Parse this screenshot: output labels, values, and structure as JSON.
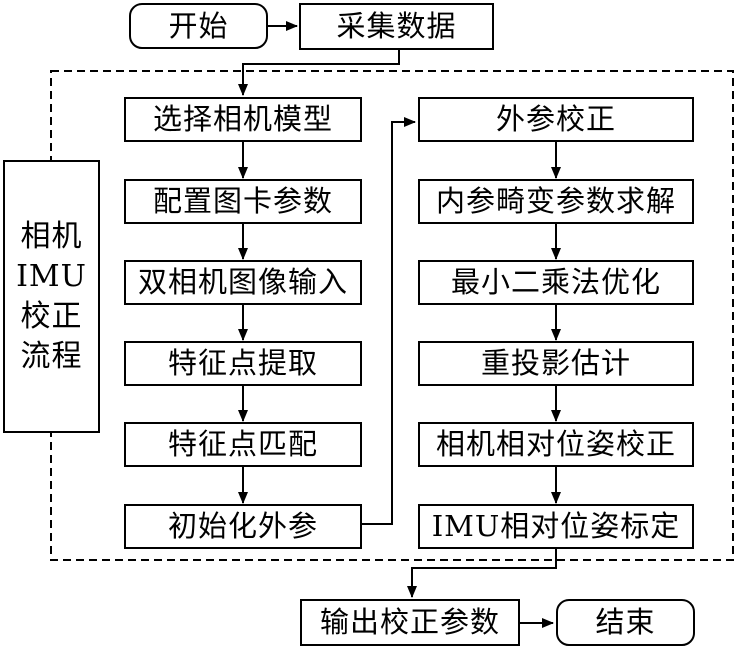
{
  "flow": {
    "start": "开始",
    "collect": "采集数据",
    "left_steps": [
      "选择相机模型",
      "配置图卡参数",
      "双相机图像输入",
      "特征点提取",
      "特征点匹配",
      "初始化外参"
    ],
    "right_steps": [
      "外参校正",
      "内参畸变参数求解",
      "最小二乘法优化",
      "重投影估计",
      "相机相对位姿校正",
      "IMU相对位姿标定"
    ],
    "side_label_lines": [
      "相机",
      "IMU",
      "校正",
      "流程"
    ],
    "output": "输出校正参数",
    "end": "结束"
  }
}
